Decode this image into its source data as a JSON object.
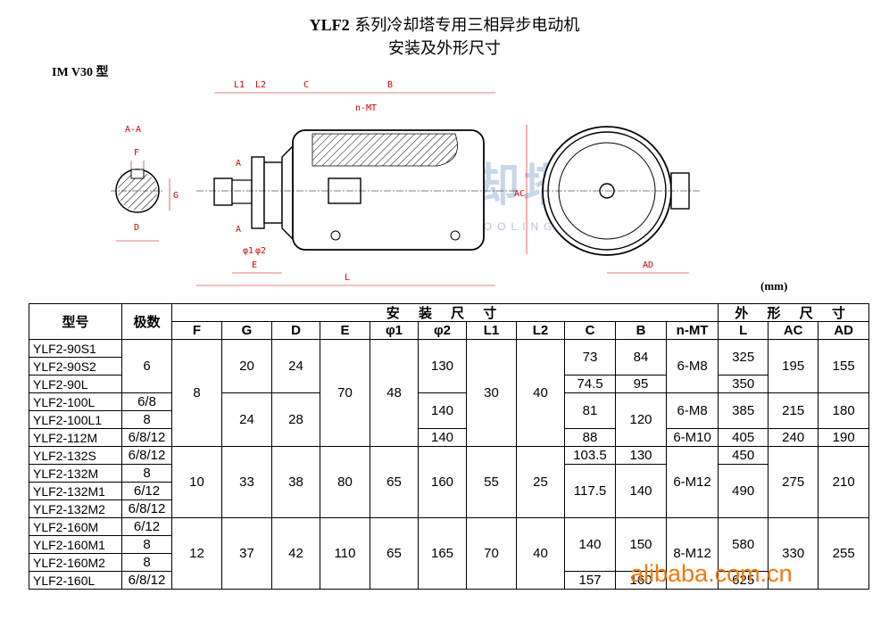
{
  "title": {
    "model_prefix": "YLF2",
    "line1": "系列冷却塔专用三相异步电动机",
    "line2": "安装及外形尺寸"
  },
  "mount_type": "IM V30 型",
  "unit": "(mm)",
  "watermarks": {
    "site": "alibaba.com.cn",
    "brand_cn": "昌源冷却塔",
    "brand_en": "CHANG YUAN COOLING TOWER"
  },
  "drawing_labels": {
    "section": "A-A",
    "F": "F",
    "G": "G",
    "D": "D",
    "L1": "L1",
    "L2": "L2",
    "C": "C",
    "B": "B",
    "nMT": "n-MT",
    "A_top": "A",
    "A_bottom": "A",
    "phi1": "φ1",
    "phi2": "φ2",
    "E": "E",
    "L": "L",
    "AC": "AC",
    "AD": "AD"
  },
  "colors": {
    "dimension": "#cc0000",
    "watermark": "#f07a10",
    "brand": "#9bb6d6"
  },
  "table": {
    "header": {
      "model": "型号",
      "poles": "极数",
      "install_group": "安 装 尺 寸",
      "outline_group": "外 形 尺 寸",
      "cols": [
        "F",
        "G",
        "D",
        "E",
        "φ1",
        "φ2",
        "L1",
        "L2",
        "C",
        "B",
        "n-MT",
        "L",
        "AC",
        "AD"
      ]
    },
    "models": [
      "YLF2-90S1",
      "YLF2-90S2",
      "YLF2-90L",
      "YLF2-100L",
      "YLF2-100L1",
      "YLF2-112M",
      "YLF2-132S",
      "YLF2-132M",
      "YLF2-132M1",
      "YLF2-132M2",
      "YLF2-160M",
      "YLF2-160M1",
      "YLF2-160M2",
      "YLF2-160L"
    ],
    "v": {
      "p90": "6",
      "p100L": "6/8",
      "p100L1": "8",
      "p112": "6/8/12",
      "p132S": "6/8/12",
      "p132M": "8",
      "p132M1": "6/12",
      "p132M2": "6/8/12",
      "p160M": "6/12",
      "p160M1": "8",
      "p160M2": "8",
      "p160L": "6/8/12",
      "F_a": "8",
      "F_b": "10",
      "F_c": "12",
      "G_a": "20",
      "G_b": "24",
      "G_c": "33",
      "G_d": "37",
      "D_a": "24",
      "D_b": "28",
      "D_c": "38",
      "D_d": "42",
      "E_a": "70",
      "E_b": "80",
      "E_c": "110",
      "phi1_a": "48",
      "phi1_b": "65",
      "phi1_c": "65",
      "phi2_a": "130",
      "phi2_b": "140",
      "phi2_c": "140",
      "phi2_d": "160",
      "phi2_e": "165",
      "L1_a": "30",
      "L1_b": "55",
      "L1_c": "70",
      "L2_a": "40",
      "L2_b": "25",
      "L2_c": "40",
      "C_a": "73",
      "C_b": "74.5",
      "C_c": "81",
      "C_d": "88",
      "C_e": "103.5",
      "C_f": "117.5",
      "C_g": "140",
      "C_h": "157",
      "B_a": "84",
      "B_b": "95",
      "B_c": "120",
      "B_d": "130",
      "B_e": "140",
      "B_f": "150",
      "B_g": "160",
      "nMT_a": "6-M8",
      "nMT_b": "6-M8",
      "nMT_c": "6-M10",
      "nMT_d": "6-M12",
      "nMT_e": "8-M12",
      "L_a": "325",
      "L_b": "350",
      "L_c": "385",
      "L_d": "405",
      "L_e": "450",
      "L_f": "490",
      "L_g": "580",
      "L_h": "625",
      "AC_a": "195",
      "AC_b": "215",
      "AC_c": "240",
      "AC_d": "275",
      "AC_e": "330",
      "AD_a": "155",
      "AD_b": "180",
      "AD_c": "190",
      "AD_d": "210",
      "AD_e": "255"
    }
  }
}
